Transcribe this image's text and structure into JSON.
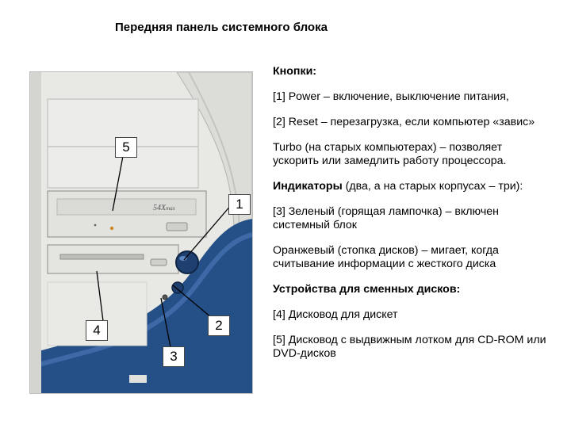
{
  "title": "Передняя панель системного блока",
  "drive_label": "54X",
  "drive_label_suffix": "max",
  "callouts": {
    "c1": "1",
    "c2": "2",
    "c3": "3",
    "c4": "4",
    "c5": "5"
  },
  "description": {
    "buttons_heading": "Кнопки:",
    "power": "[1] Power – включение, выключение питания,",
    "reset": "[2] Reset – перезагрузка, если компьютер «завис»",
    "turbo": "Turbo (на старых компьютерах) – позволяет ускорить или замедлить работу процессора.",
    "indicators_heading": "Индикаторы",
    "indicators_rest": " (два, а на старых корпусах – три):",
    "green": "[3] Зеленый (горящая лампочка) – включен системный блок",
    "orange": "Оранжевый (стопка дисков) – мигает, когда считывание информации с жесткого диска",
    "drives_heading": "Устройства для сменных дисков:",
    "floppy": "[4] Дисковод для дискет",
    "cdrom": "[5] Дисковод с выдвижным лотком для CD-ROM или DVD-дисков"
  }
}
